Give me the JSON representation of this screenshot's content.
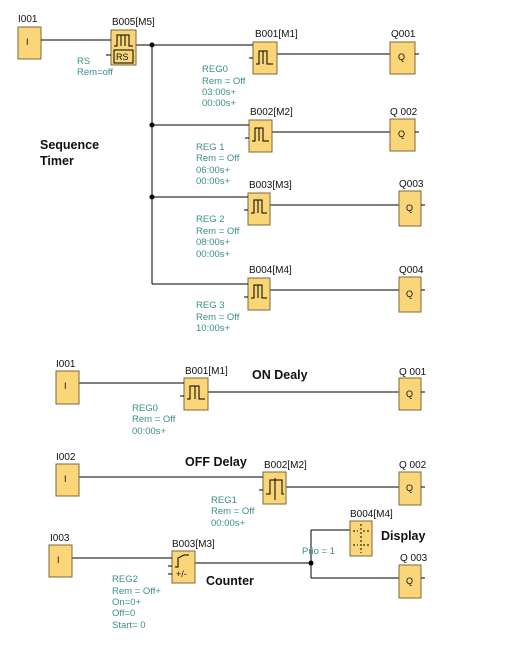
{
  "sequence_timer": {
    "input": {
      "id": "I001",
      "glyph": "I"
    },
    "rs_block": {
      "id": "B005[M5]",
      "glyph": "RS",
      "param_1": "RS",
      "param_2": "Rem=off"
    },
    "title_line1": "Sequence",
    "title_line2": "Timer",
    "timers": [
      {
        "id": "B001[M1]",
        "reg": "REG0",
        "rem": "Rem = Off",
        "t1": "03:00s+",
        "t2": "00:00s+",
        "output": "Q001",
        "out_glyph": "Q"
      },
      {
        "id": "B002[M2]",
        "reg": "REG 1",
        "rem": "Rem = Off",
        "t1": "06:00s+",
        "t2": "00:00s+",
        "output": "Q 002",
        "out_glyph": "Q"
      },
      {
        "id": "B003[M3]",
        "reg": "REG 2",
        "rem": "Rem = Off",
        "t1": "08:00s+",
        "t2": "00:00s+",
        "output": "Q003",
        "out_glyph": "Q"
      },
      {
        "id": "B004[M4]",
        "reg": "REG 3",
        "rem": "Rem = Off",
        "t1": "10:00s+",
        "output": "Q004",
        "out_glyph": "Q"
      }
    ]
  },
  "on_delay": {
    "title": "ON Dealy",
    "input": {
      "id": "I001",
      "glyph": "I"
    },
    "block": {
      "id": "B001[M1]",
      "reg": "REG0",
      "rem": "Rem = Off",
      "t1": "00:00s+"
    },
    "output": {
      "id": "Q 001",
      "glyph": "Q"
    }
  },
  "off_delay": {
    "title": "OFF Delay",
    "input": {
      "id": "I002",
      "glyph": "I"
    },
    "block": {
      "id": "B002[M2]",
      "reg": "REG1",
      "rem": "Rem = Off",
      "t1": "00:00s+"
    },
    "output": {
      "id": "Q 002",
      "glyph": "Q"
    }
  },
  "counter": {
    "title": "Counter",
    "input": {
      "id": "I003",
      "glyph": "I"
    },
    "block": {
      "id": "B003[M3]",
      "glyph": "+/-",
      "reg": "REG2",
      "rem": "Rem = Off+",
      "on": "On=0+",
      "off": "Off=0",
      "start": "Start= 0"
    },
    "display": {
      "title": "Display",
      "id": "B004[M4]",
      "prio": "Prio = 1"
    },
    "output": {
      "id": "Q 003",
      "glyph": "Q"
    }
  }
}
